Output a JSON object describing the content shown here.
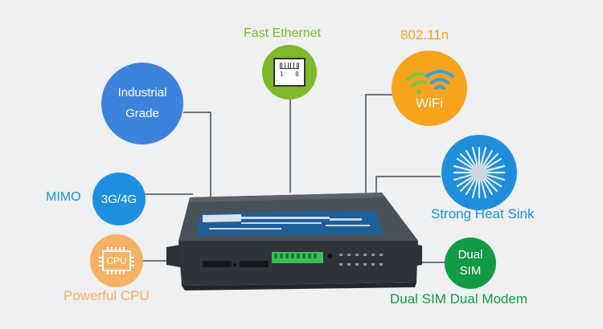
{
  "features": {
    "ethernet": {
      "label": "Fast Ethernet",
      "pin_left": "1",
      "pin_right": "8"
    },
    "wifi": {
      "label": "802.11n",
      "badge": "WiFi"
    },
    "industrial": {
      "line1": "Industrial",
      "line2": "Grade"
    },
    "mimo": {
      "label": "MIMO",
      "badge": "3G/4G"
    },
    "heatsink": {
      "label": "Strong Heat Sink"
    },
    "cpu": {
      "label": "Powerful CPU",
      "chip": "CPU"
    },
    "dualsim": {
      "line1": "Dual",
      "line2": "SIM",
      "label": "Dual SIM Dual Modem"
    }
  },
  "colors": {
    "ethernet_green": "#7db928",
    "wifi_orange": "#f7a31c",
    "industrial_blue": "#3d82dc",
    "mimo_blue": "#1e90df",
    "heatsink_blue": "#1f8fdc",
    "cpu_orange": "#f5b266",
    "dualsim_green": "#139a45",
    "device_body": "#3c4148"
  }
}
